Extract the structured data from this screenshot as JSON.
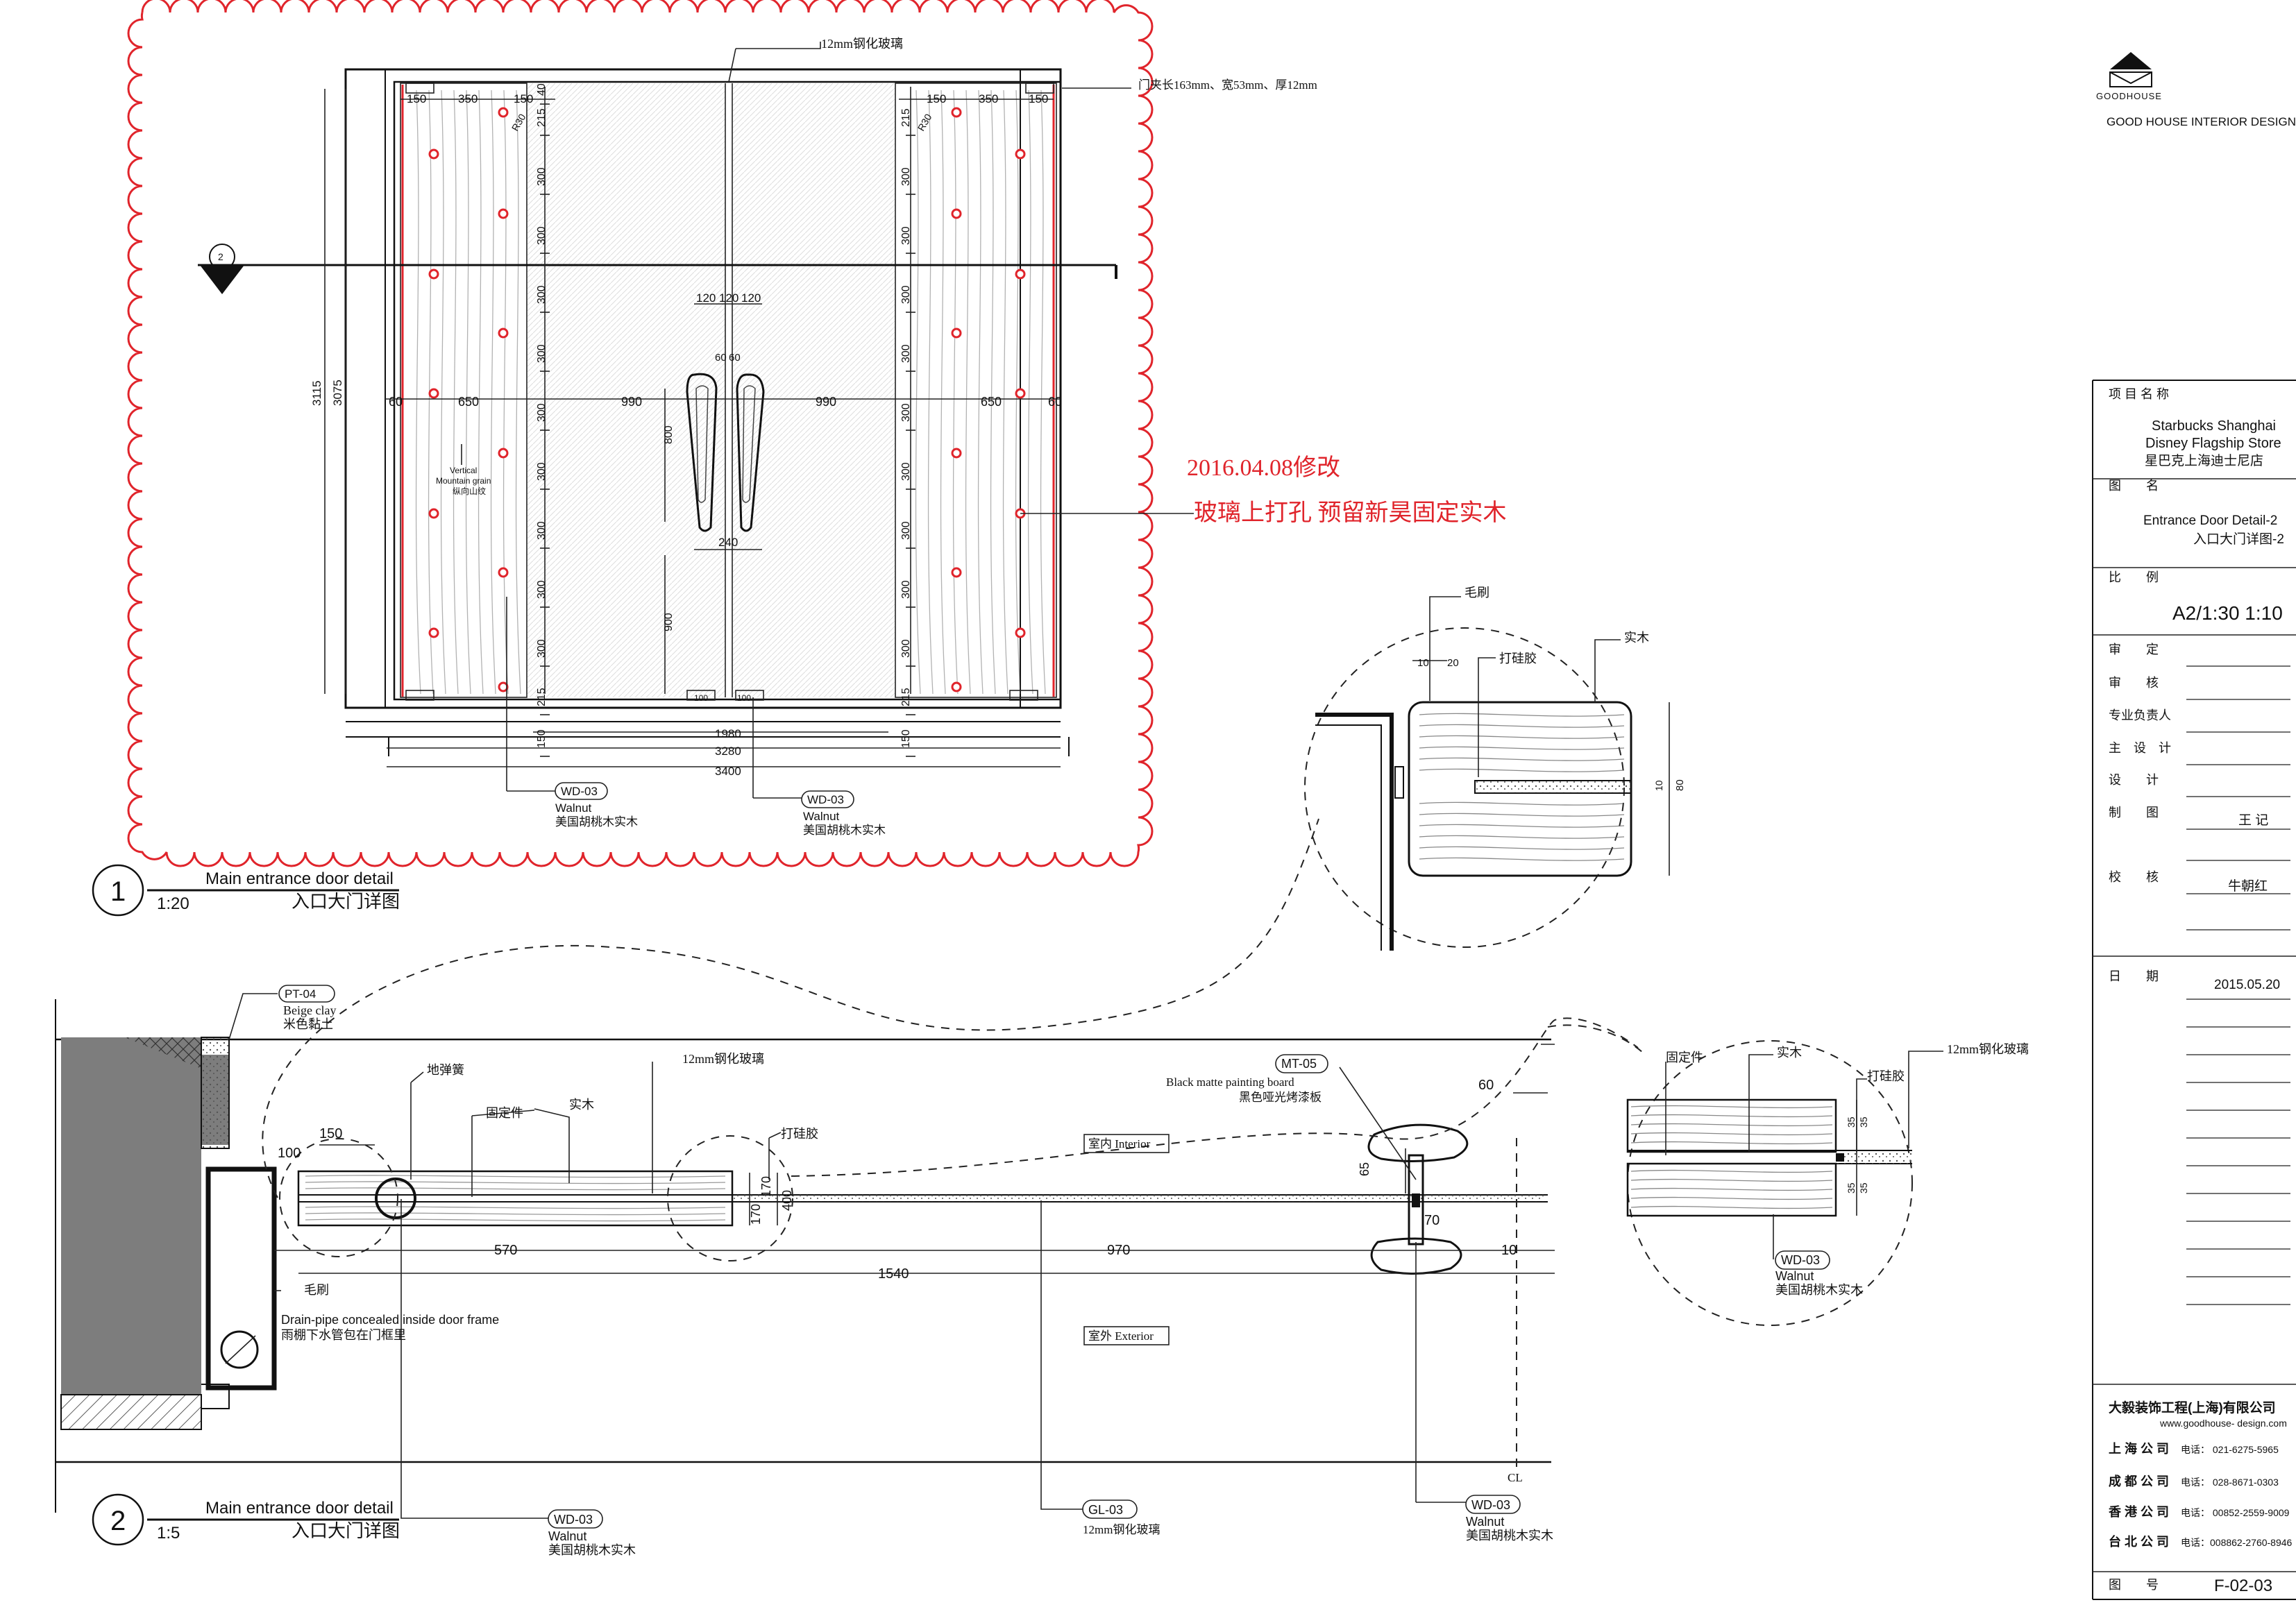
{
  "logo": {
    "brand_mark": "GOODHOUSE",
    "company_name": "GOOD HOUSE INTERIOR DESIGN"
  },
  "title_block": {
    "project_label": "项 目 名 称",
    "project_en_1": "Starbucks Shanghai",
    "project_en_2": "Disney Flagship Store",
    "project_cn": "星巴克上海迪士尼店",
    "drawing_name_label": "图　　名",
    "drawing_name_en": "Entrance Door  Detail-2",
    "drawing_name_cn": "入口大门详图-2",
    "scale_label": "比　　例",
    "scale_value": "A2/1:30 1:10",
    "approve_label": "审　　定",
    "review_label": "审　　核",
    "lead_label": "专业负责人",
    "chief_design_label": "主　设　计",
    "design_label": "设　　计",
    "drafting_label": "制　　图",
    "drafting_name": "王 记",
    "check_label": "校　　核",
    "check_name": "牛朝红",
    "date_label": "日　　期",
    "date_value": "2015.05.20",
    "company_cn": "大毅装饰工程(上海)有限公司",
    "website": "www.goodhouse- design.com",
    "offices": [
      {
        "city": "上 海 公 司",
        "phone": "电话： 021-6275-5965"
      },
      {
        "city": "成 都 公 司",
        "phone": "电话： 028-8671-0303"
      },
      {
        "city": "香 港 公 司",
        "phone": "电话： 00852-2559-9009"
      },
      {
        "city": "台 北 公 司",
        "phone": "电话：008862-2760-8946"
      }
    ],
    "drawing_no_label": "图　　号",
    "drawing_no": "F-02-03"
  },
  "detail_1": {
    "number": "1",
    "scale": "1:20",
    "title_en": "Main entrance door detail",
    "title_cn": "入口大门详图",
    "section_marker": "2",
    "glass_note": "12mm钢化玻璃",
    "clamp_note": "门夹长163mm、宽53mm、厚12mm",
    "revision_date": "2016.04.08修改",
    "revision_note": "玻璃上打孔  预留新昊固定实木",
    "grain_note_en_1": "Vertical",
    "grain_note_en_2": "Mountain grain",
    "grain_note_cn": "纵向山纹",
    "tags": [
      {
        "code": "WD-03",
        "en": "Walnut",
        "cn": "美国胡桃木实木"
      },
      {
        "code": "WD-03",
        "en": "Walnut",
        "cn": "美国胡桃木实木"
      }
    ],
    "dims": {
      "top_left": [
        "150",
        "350",
        "150"
      ],
      "top_right": [
        "150",
        "350",
        "150"
      ],
      "left_vertical": [
        "40",
        "215",
        "300",
        "300",
        "300",
        "300",
        "300",
        "300",
        "300",
        "300",
        "300",
        "215",
        "150"
      ],
      "right_vertical": [
        "215",
        "300",
        "300",
        "300",
        "300",
        "300",
        "300",
        "300",
        "300",
        "300",
        "215",
        "150"
      ],
      "overall_height": "3115",
      "inner_height": "3075",
      "middle_row": [
        "60",
        "650",
        "990",
        "990",
        "650",
        "60"
      ],
      "handle_top": [
        "120",
        "120",
        "120"
      ],
      "handle_gap": "60",
      "handle_gap2": "60",
      "handle_height": "800",
      "handle_spacing": "240",
      "handle_floor": "900",
      "diag_left": "R30",
      "diag_right": "R30",
      "bottom": [
        "1980",
        "3280",
        "3400"
      ],
      "bottom_small": [
        "100",
        "100"
      ]
    }
  },
  "detail_2": {
    "number": "2",
    "scale": "1:5",
    "title_en": "Main entrance door detail",
    "title_cn": "入口大门详图",
    "pt_tag": {
      "code": "PT-04",
      "en": "Beige clay",
      "cn": "米色黏土"
    },
    "mt_tag": {
      "code": "MT-05",
      "en": "Black matte painting board",
      "cn": "黑色哑光烤漆板"
    },
    "gl_tag": {
      "code": "GL-03",
      "cn": "12mm钢化玻璃"
    },
    "wd_tag_left": {
      "code": "WD-03",
      "en": "Walnut",
      "cn": "美国胡桃木实木"
    },
    "wd_tag_right": {
      "code": "WD-03",
      "en": "Walnut",
      "cn": "美国胡桃木实木"
    },
    "labels": {
      "floor_spring": "地弹簧",
      "fixing": "固定件",
      "solid_wood": "实木",
      "glass": "12mm钢化玻璃",
      "sealant": "打硅胶",
      "brush": "毛刷",
      "drain_en": "Drain-pipe concealed inside door frame",
      "drain_cn": "雨棚下水管包在门框里",
      "interior": "室内 Interior",
      "exterior": "室外 Exterior",
      "cl": "CL"
    },
    "dims": [
      "150",
      "100",
      "570",
      "1540",
      "970",
      "10",
      "60",
      "65",
      "70",
      "170",
      "170",
      "400"
    ]
  },
  "callout_top": {
    "brush": "毛刷",
    "sealant": "打硅胶",
    "solid_wood": "实木",
    "dims": [
      "10",
      "20",
      "10",
      "80"
    ]
  },
  "callout_right": {
    "fixing": "固定件",
    "solid_wood": "实木",
    "glass": "12mm钢化玻璃",
    "sealant": "打硅胶",
    "tag": {
      "code": "WD-03",
      "en": "Walnut",
      "cn": "美国胡桃木实木"
    },
    "dims": [
      "35",
      "35",
      "35",
      "35"
    ]
  }
}
